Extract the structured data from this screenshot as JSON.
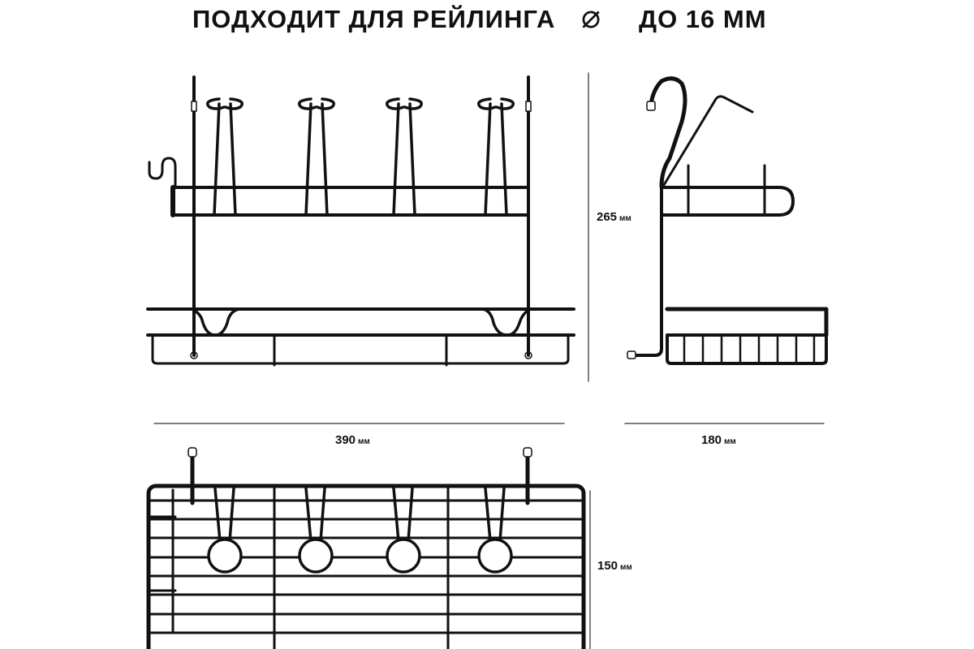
{
  "title": {
    "left": "ПОДХОДИТ ДЛЯ РЕЙЛИНГА",
    "diameter_symbol": "⌀",
    "right": "ДО 16 ММ"
  },
  "dimensions": {
    "height": {
      "value": "265",
      "unit": "мм"
    },
    "width": {
      "value": "390",
      "unit": "мм"
    },
    "depth": {
      "value": "180",
      "unit": "мм"
    },
    "top_depth": {
      "value": "150",
      "unit": "мм"
    }
  },
  "colors": {
    "line": "#111111",
    "dim_line": "#555555"
  }
}
